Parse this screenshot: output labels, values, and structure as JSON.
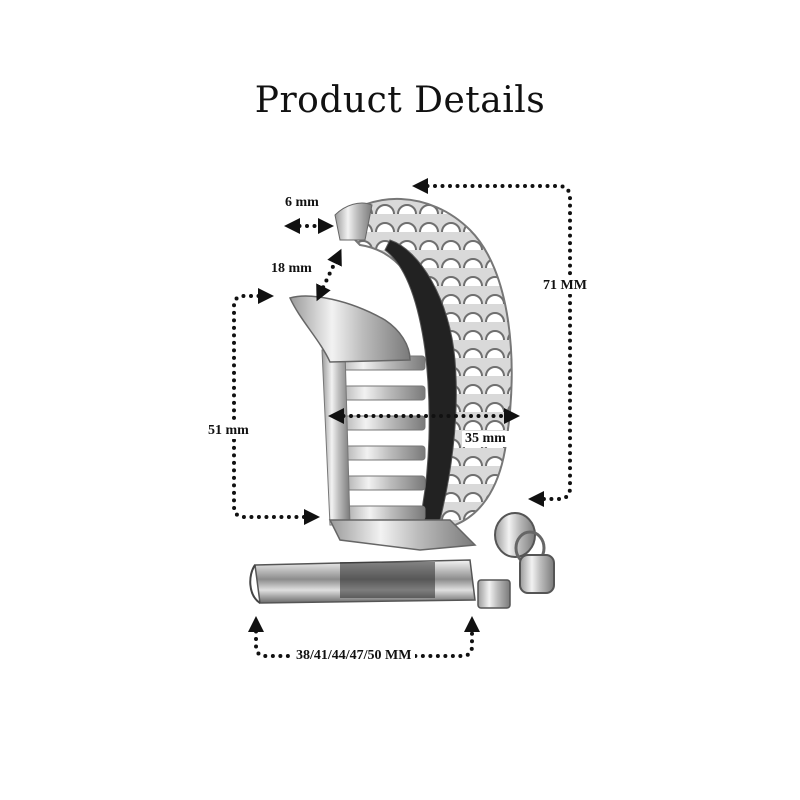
{
  "title": "Product Details",
  "dimensions": {
    "tip_width": "6 mm",
    "opening": "18 mm",
    "length_front": "51 mm",
    "width": "35 mm",
    "length_back": "71 MM",
    "ring_sizes": "38/41/44/47/50 MM"
  }
}
